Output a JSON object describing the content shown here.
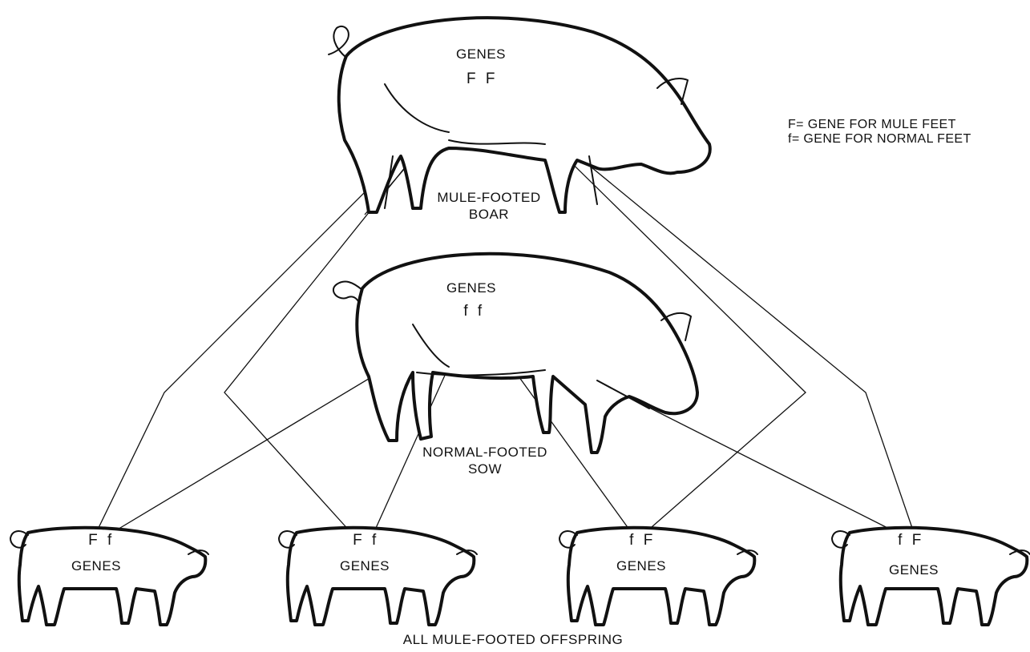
{
  "boar": {
    "genes_label": "GENES",
    "genes": "F F",
    "caption_line1": "MULE-FOOTED",
    "caption_line2": "BOAR"
  },
  "sow": {
    "genes_label": "GENES",
    "genes": "f f",
    "caption_line1": "NORMAL-FOOTED",
    "caption_line2": "SOW"
  },
  "offspring": [
    {
      "genes": "F f",
      "genes_label": "GENES"
    },
    {
      "genes": "F f",
      "genes_label": "GENES"
    },
    {
      "genes": "f F",
      "genes_label": "GENES"
    },
    {
      "genes": "f F",
      "genes_label": "GENES"
    }
  ],
  "offspring_caption": "ALL MULE-FOOTED OFFSPRING",
  "legend": {
    "line1": "F= GENE FOR MULE FEET",
    "line2": "f= GENE FOR NORMAL FEET"
  }
}
